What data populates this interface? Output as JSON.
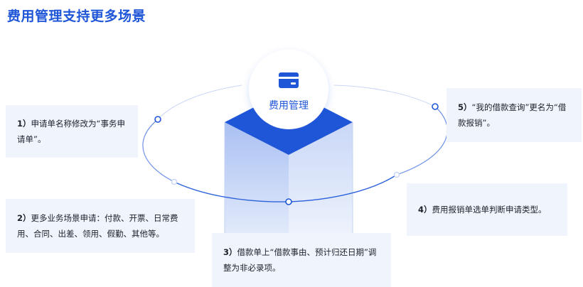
{
  "page": {
    "title": "费用管理支持更多场景"
  },
  "hub": {
    "label": "费用管理",
    "icon": "card-icon"
  },
  "colors": {
    "accent": "#1f56d8",
    "card_bg": "#f0f4fd",
    "text": "#1d2129"
  },
  "items": [
    {
      "num": "1）",
      "text": "申请单名称修改为“事务申请单”。"
    },
    {
      "num": "2）",
      "text": "更多业务场景申请：付款、开票、日常费用、合同、出差、领用、假勤、其他等。"
    },
    {
      "num": "3）",
      "text": "借款单上“借款事由、预计归还日期”调整为非必录项。"
    },
    {
      "num": "4）",
      "text": "费用报销单选单判断申请类型。"
    },
    {
      "num": "5）",
      "text": "“我的借款查询”更名为“借款报销”。"
    }
  ]
}
